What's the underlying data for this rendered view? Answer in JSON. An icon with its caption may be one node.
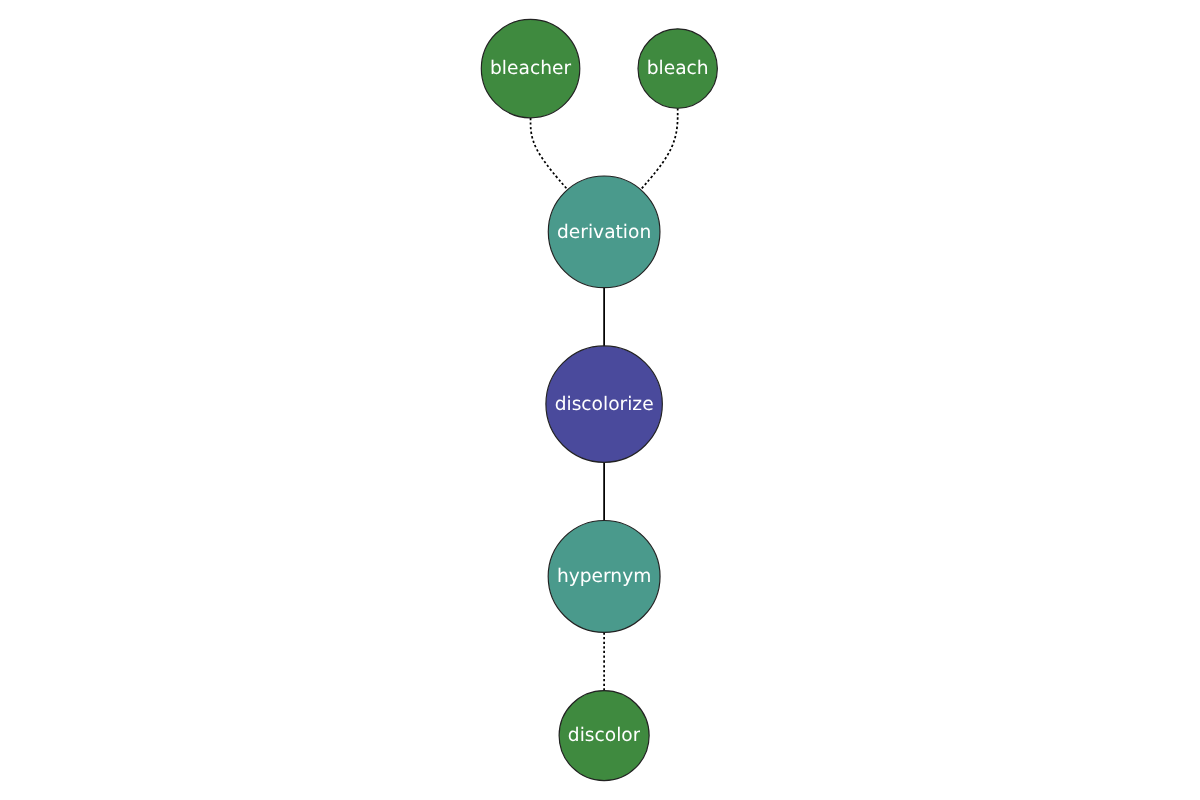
{
  "diagram": {
    "nodes": [
      {
        "text": [
          "bleacher"
        ]
      },
      {
        "text": [
          "bleach"
        ]
      },
      {
        "text": [
          "derivation"
        ]
      },
      {
        "text": [
          "discolorize"
        ]
      },
      {
        "text": [
          "hypernym"
        ]
      },
      {
        "text": [
          "discolor"
        ]
      }
    ],
    "edges": [
      {
        "from": 0,
        "to": 2,
        "arrow": "none",
        "style": "dashed"
      },
      {
        "from": 1,
        "to": 2,
        "arrow": "none",
        "style": "dashed"
      },
      {
        "from": 2,
        "to": 3,
        "arrow": "none"
      },
      {
        "from": 3,
        "to": 4,
        "arrow": "none"
      },
      {
        "from": 4,
        "to": 5,
        "arrow": "none",
        "style": "dashed"
      }
    ]
  }
}
